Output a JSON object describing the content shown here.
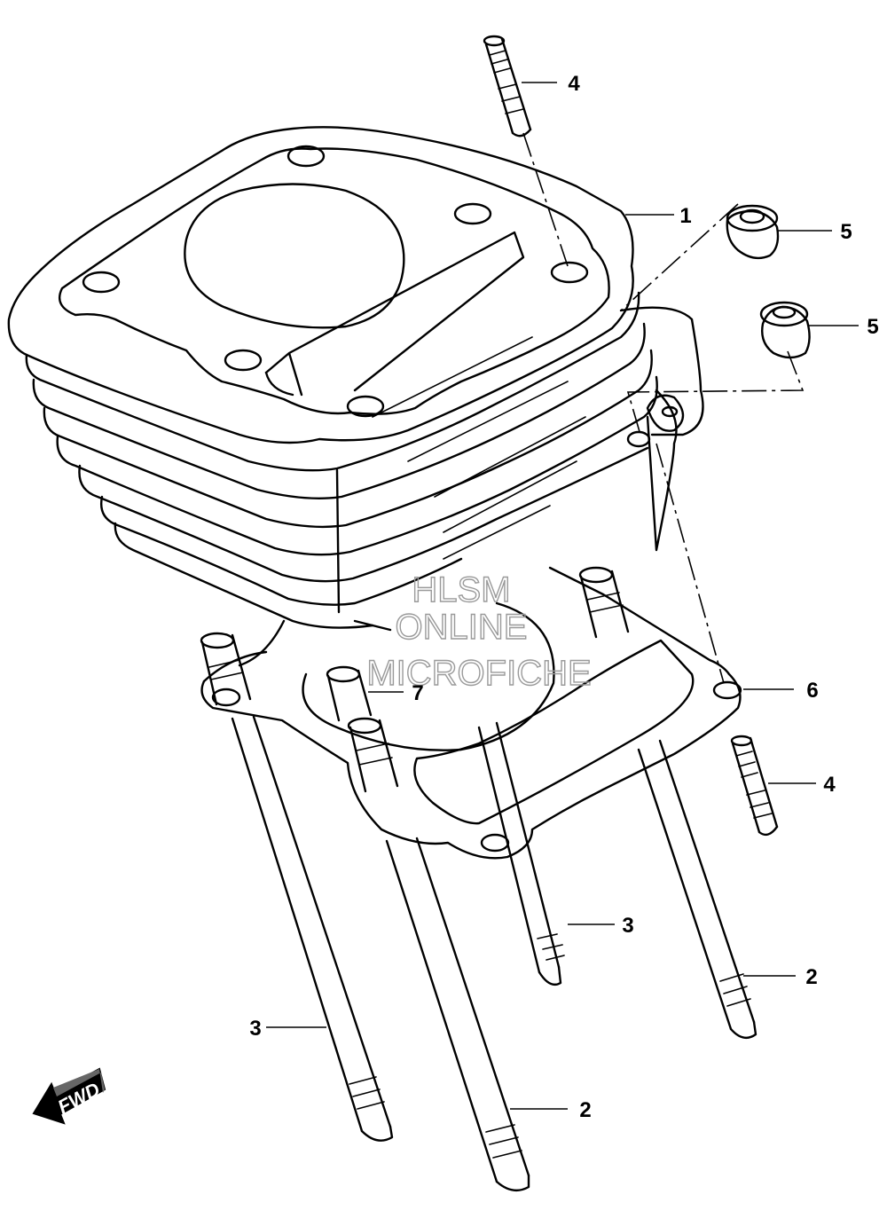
{
  "callouts": {
    "c1": "1",
    "c2a": "2",
    "c2b": "2",
    "c3a": "3",
    "c3b": "3",
    "c4a": "4",
    "c4b": "4",
    "c5a": "5",
    "c5b": "5",
    "c6": "6",
    "c7": "7"
  },
  "watermark": {
    "line1": "HLSM",
    "line2": "ONLINE",
    "line3": "MICROFICHE"
  },
  "direction_badge": {
    "label": "FWD"
  }
}
